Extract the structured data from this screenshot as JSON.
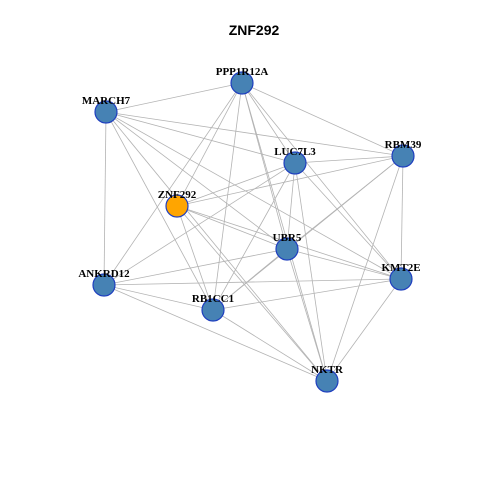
{
  "title": "ZNF292",
  "colors": {
    "node_default": "#4682b4",
    "node_highlight": "#ffa500",
    "node_border": "#1f3fbf",
    "edge": "#b3b3b3"
  },
  "graph": {
    "highlight": "ZNF292",
    "nodes": [
      "PPP1R12A",
      "MARCH7",
      "LUC7L3",
      "RBM39",
      "ZNF292",
      "UBR5",
      "ANKRD12",
      "KMT2E",
      "RB1CC1",
      "NKTR"
    ],
    "edges": [
      [
        "PPP1R12A",
        "MARCH7"
      ],
      [
        "PPP1R12A",
        "RBM39"
      ],
      [
        "PPP1R12A",
        "LUC7L3"
      ],
      [
        "PPP1R12A",
        "ZNF292"
      ],
      [
        "PPP1R12A",
        "UBR5"
      ],
      [
        "PPP1R12A",
        "ANKRD12"
      ],
      [
        "PPP1R12A",
        "RB1CC1"
      ],
      [
        "PPP1R12A",
        "KMT2E"
      ],
      [
        "PPP1R12A",
        "NKTR"
      ],
      [
        "MARCH7",
        "LUC7L3"
      ],
      [
        "MARCH7",
        "RBM39"
      ],
      [
        "MARCH7",
        "UBR5"
      ],
      [
        "MARCH7",
        "ANKRD12"
      ],
      [
        "MARCH7",
        "RB1CC1"
      ],
      [
        "MARCH7",
        "KMT2E"
      ],
      [
        "MARCH7",
        "NKTR"
      ],
      [
        "LUC7L3",
        "RBM39"
      ],
      [
        "LUC7L3",
        "ZNF292"
      ],
      [
        "LUC7L3",
        "UBR5"
      ],
      [
        "LUC7L3",
        "ANKRD12"
      ],
      [
        "LUC7L3",
        "RB1CC1"
      ],
      [
        "LUC7L3",
        "KMT2E"
      ],
      [
        "LUC7L3",
        "NKTR"
      ],
      [
        "RBM39",
        "ZNF292"
      ],
      [
        "RBM39",
        "UBR5"
      ],
      [
        "RBM39",
        "RB1CC1"
      ],
      [
        "RBM39",
        "KMT2E"
      ],
      [
        "RBM39",
        "NKTR"
      ],
      [
        "ZNF292",
        "UBR5"
      ],
      [
        "ZNF292",
        "RB1CC1"
      ],
      [
        "ZNF292",
        "KMT2E"
      ],
      [
        "ZNF292",
        "NKTR"
      ],
      [
        "UBR5",
        "ANKRD12"
      ],
      [
        "UBR5",
        "RB1CC1"
      ],
      [
        "UBR5",
        "KMT2E"
      ],
      [
        "UBR5",
        "NKTR"
      ],
      [
        "ANKRD12",
        "RB1CC1"
      ],
      [
        "ANKRD12",
        "KMT2E"
      ],
      [
        "ANKRD12",
        "NKTR"
      ],
      [
        "RB1CC1",
        "KMT2E"
      ],
      [
        "RB1CC1",
        "NKTR"
      ],
      [
        "KMT2E",
        "NKTR"
      ]
    ]
  }
}
